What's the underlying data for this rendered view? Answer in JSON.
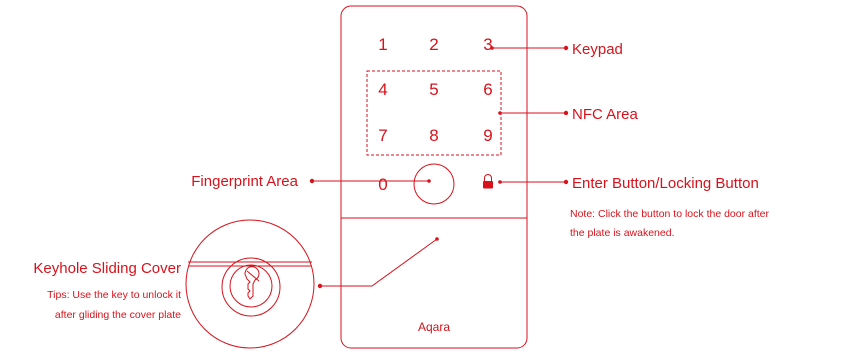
{
  "colors": {
    "accent": "#d8121b",
    "background": "#ffffff"
  },
  "keypad": {
    "keys": [
      "1",
      "2",
      "3",
      "4",
      "5",
      "6",
      "7",
      "8",
      "9",
      "0"
    ]
  },
  "brand": "Aqara",
  "labels": {
    "keypad": "Keypad",
    "nfc": "NFC Area",
    "fingerprint": "Fingerprint Area",
    "enter": "Enter Button/Locking Button",
    "enter_note_1": "Note:  Click the button to lock the door after",
    "enter_note_2": "the plate is awakened.",
    "keyhole": "Keyhole Sliding Cover",
    "keyhole_tip_1": "Tips: Use the key to unlock it",
    "keyhole_tip_2": "after gliding the cover plate"
  },
  "icons": {
    "lock": "padlock-icon",
    "keyhole": "key-icon"
  }
}
